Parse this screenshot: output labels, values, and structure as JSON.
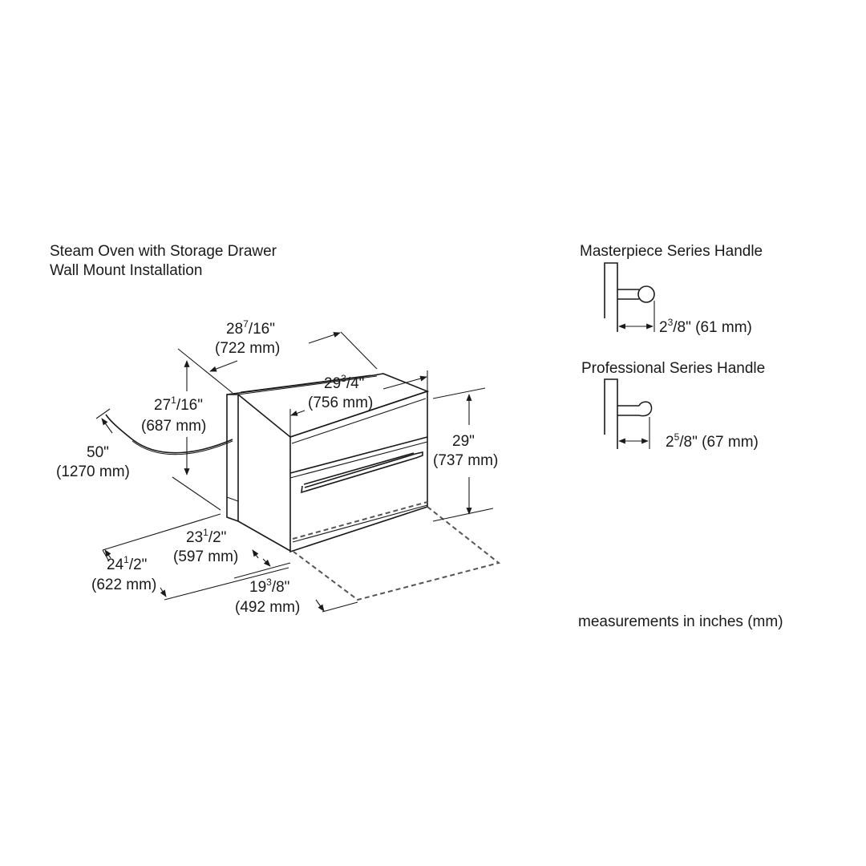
{
  "titles": {
    "main_line1": "Steam Oven with Storage Drawer",
    "main_line2": "Wall Mount Installation",
    "masterpiece": "Masterpiece Series Handle",
    "professional": "Professional Series Handle",
    "units_note": "measurements in inches (mm)"
  },
  "dims": {
    "depth_top": {
      "whole": "28",
      "num": "7",
      "den": "/16\"",
      "mm": "(722 mm)"
    },
    "height_side": {
      "whole": "27",
      "num": "1",
      "den": "/16\"",
      "mm": "(687 mm)"
    },
    "width": {
      "whole": "29",
      "num": "3",
      "den": "/4\"",
      "mm": "(756 mm)"
    },
    "height": {
      "whole": "29\"",
      "mm": "(737 mm)"
    },
    "cord": {
      "whole": "50\"",
      "mm": "(1270 mm)"
    },
    "depth_total": {
      "whole": "24",
      "num": "1",
      "den": "/2\"",
      "mm": "(622 mm)"
    },
    "depth_body": {
      "whole": "23",
      "num": "1",
      "den": "/2\"",
      "mm": "(597 mm)"
    },
    "door_open": {
      "whole": "19",
      "num": "3",
      "den": "/8\"",
      "mm": "(492 mm)"
    },
    "masterpiece_handle": {
      "whole": "2",
      "num": "3",
      "den": "/8\" (61 mm)"
    },
    "professional_handle": {
      "whole": "2",
      "num": "5",
      "den": "/8\" (67 mm)"
    }
  }
}
